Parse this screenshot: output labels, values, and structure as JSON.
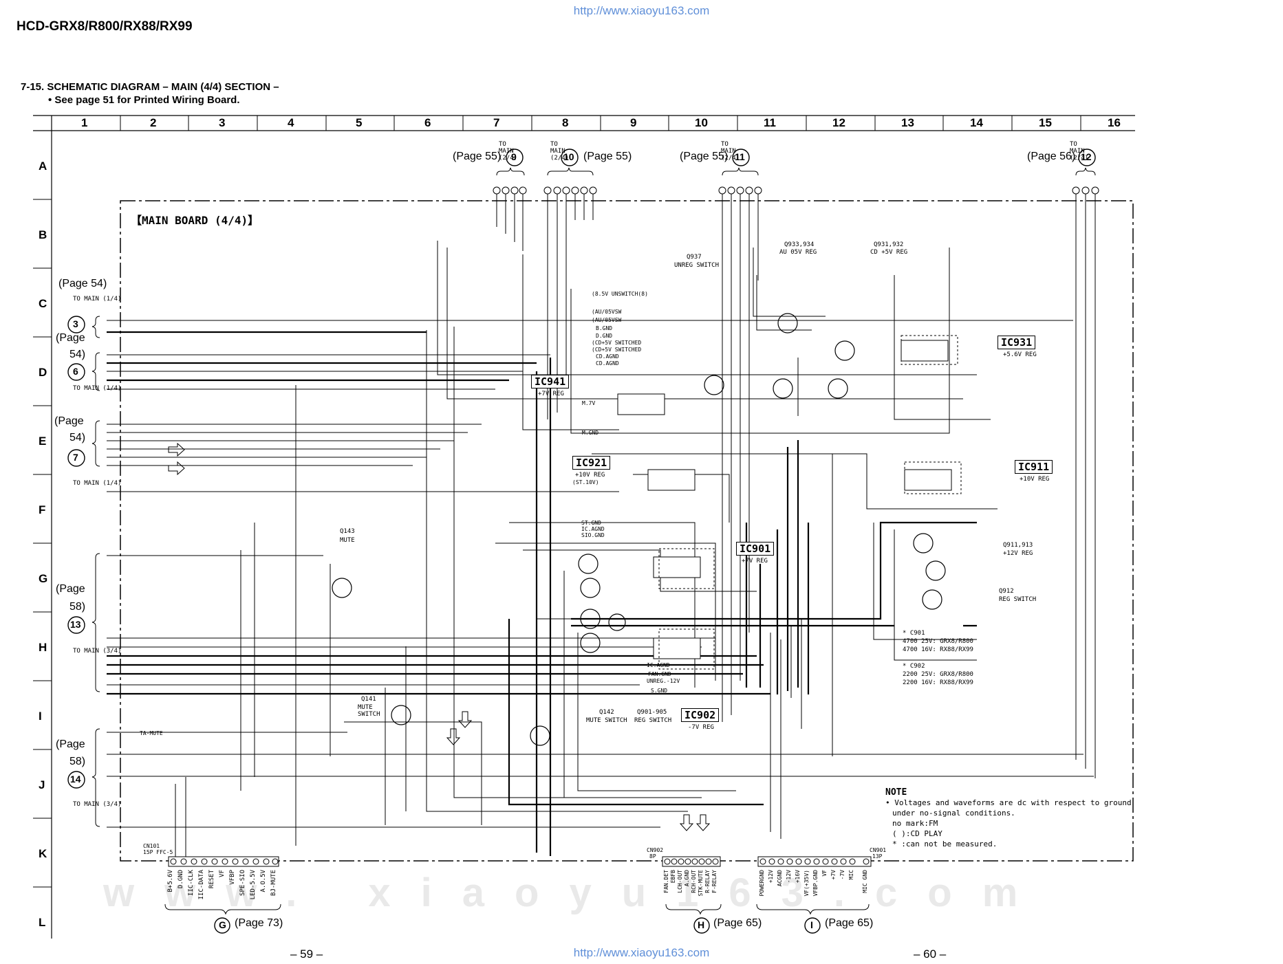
{
  "source_url": "http://www.xiaoyu163.com",
  "model": "HCD-GRX8/R800/RX88/RX99",
  "section_title": "7-15. SCHEMATIC DIAGRAM – MAIN (4/4) SECTION –",
  "section_note": "• See page 51 for Printed Wiring Board.",
  "columns": [
    "1",
    "2",
    "3",
    "4",
    "5",
    "6",
    "7",
    "8",
    "9",
    "10",
    "11",
    "12",
    "13",
    "14",
    "15",
    "16"
  ],
  "rows": [
    "A",
    "B",
    "C",
    "D",
    "E",
    "F",
    "G",
    "H",
    "I",
    "J",
    "K",
    "L"
  ],
  "board_label": "【MAIN BOARD (4/4)】",
  "to_main_24": "TO MAIN (2/4)",
  "to_main_14": "TO MAIN (1/4)",
  "to_main_34": "TO MAIN (3/4)",
  "top_refs": {
    "r9": "(Page 55)",
    "n9": "9",
    "n10": "10",
    "r10": "(Page 55)",
    "r11": "(Page 55)",
    "n11": "11",
    "r12": "(Page 56)",
    "n12": "12"
  },
  "left_refs": {
    "p3": "(Page 54)",
    "n3": "3",
    "p6a": "(Page",
    "p6b": "54)",
    "n6": "6",
    "p7a": "(Page",
    "p7b": "54)",
    "n7": "7",
    "p13a": "(Page",
    "p13b": "58)",
    "n13": "13",
    "p14a": "(Page",
    "p14b": "58)",
    "n14": "14"
  },
  "bottom_refs": {
    "g": "G",
    "gp": "(Page 73)",
    "h": "H",
    "hp": "(Page 65)",
    "i": "I",
    "ip": "(Page 65)"
  },
  "ics": {
    "ic941": "IC941",
    "ic941_desc": "+7V REG",
    "ic921": "IC921",
    "ic921_desc": "+10V REG",
    "ic931": "IC931",
    "ic931_desc": "+5.6V REG",
    "ic911": "IC911",
    "ic911_desc": "+10V REG",
    "ic901": "IC901",
    "ic901_desc": "+7V REG",
    "ic902": "IC902",
    "ic902_desc": "-7V REG"
  },
  "transistors": {
    "q937": "Q937",
    "q937_desc": "UNREG SWITCH",
    "q933": "Q933,934",
    "q933_desc": "AU 05V REG",
    "q931": "Q931,932",
    "q931_desc": "CD +5V REG",
    "q143": "Q143",
    "q143_desc": "MUTE",
    "q141": "Q141",
    "q141_desc": "MUTE SWITCH",
    "q142": "Q142",
    "q142_desc": "MUTE SWITCH",
    "q901": "Q901-905",
    "q901_desc": "REG SWITCH",
    "q911": "Q911,913",
    "q911_desc": "+12V REG",
    "q912": "Q912",
    "q912_desc": "REG SWITCH"
  },
  "cap_notes": [
    "* C901",
    "4700 25V: GRX8/R800",
    "4700 16V: RX88/RX99",
    "* C902",
    "2200 25V: GRX8/R800",
    "2200 16V: RX88/RX99"
  ],
  "note": {
    "title": "NOTE",
    "lines": [
      "• Voltages and waveforms are dc with respect to ground",
      "under no-signal conditions.",
      "no mark:FM",
      "(    ):CD PLAY",
      "*  :can not be measured."
    ]
  },
  "connectors": {
    "cn101": "CN101",
    "cn101_desc": "15P FFC-5",
    "cn902": "CN902",
    "cn902_desc": "8P",
    "cn901": "CN901",
    "cn901_desc": "13P"
  },
  "cn101_pins": [
    "B+5.6V",
    "D.GND",
    "IIC-CLK",
    "IIC-DATA",
    "RESET",
    "VF",
    "VFBP",
    "SPE-SIO",
    "LED-5.5V",
    "A.O.5V",
    "BJ-MUTE"
  ],
  "cn902_pins": [
    "FAN.DET",
    "EBFB",
    "LCH-OUT",
    "A.GND",
    "RCH-OUT",
    "STK-MUTE",
    "R-RELAY",
    "F-RELAY"
  ],
  "cn901_pins": [
    "POWERGND",
    "+12V",
    "ACGND",
    "-12V",
    "+16V",
    "VF(+35V)",
    "VFBP.GND",
    "VF",
    "+7V",
    "-7V",
    "MIC",
    "MIC GND"
  ],
  "bus_labels": [
    "(8.5V UNSWITCH(8)",
    "(AU/05VSW",
    "(AU/05VSW",
    "B.GND",
    "D.GND",
    "(CD+5V SWITCHED",
    "(CD+5V SWITCHED",
    "CD.AGND",
    "CD.AGND",
    "(ST.10V)",
    "ST.GND",
    "IC.AGND",
    "SIO.GND",
    "IC.AGND",
    "FAN.GND",
    "UNREG.-12V",
    "S.GND",
    "TA-MUTE",
    "M.7V",
    "M.GND"
  ],
  "pages": {
    "left": "– 59 –",
    "right": "– 60 –"
  },
  "watermark": "www. xiaoyu163.com"
}
